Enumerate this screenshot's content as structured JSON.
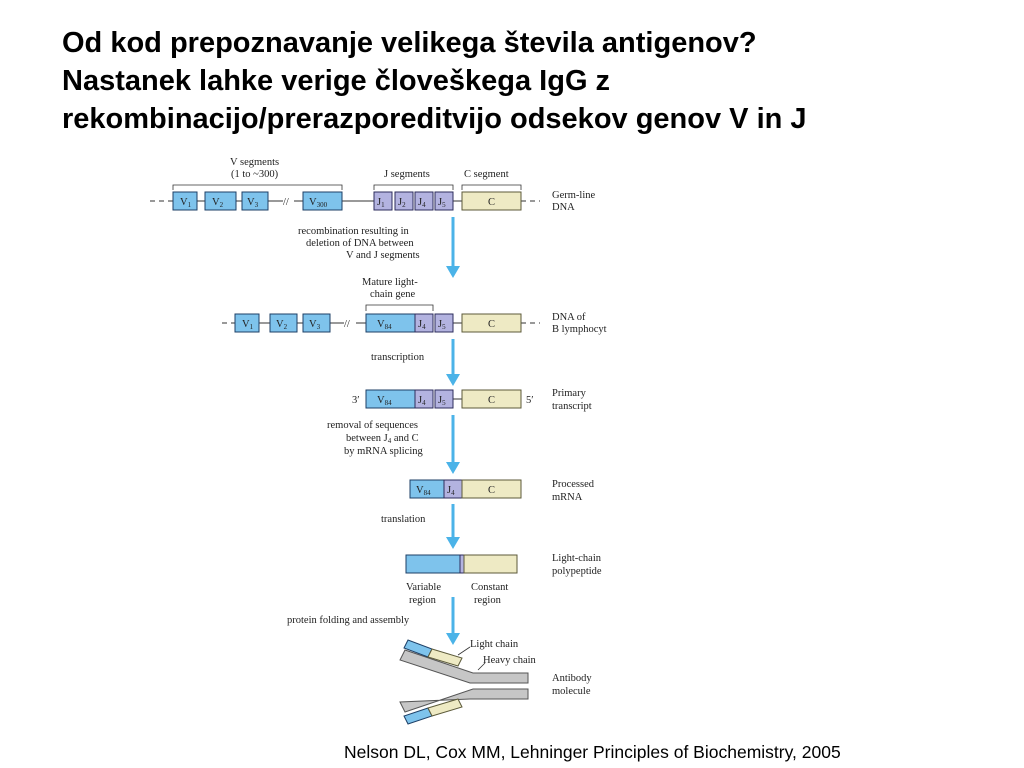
{
  "title": {
    "line1": "Od kod prepoznavanje velikega števila antigenov?",
    "line2": "Nastanek lahke verige človeškega IgG z",
    "line3": "rekombinacijo/prerazporeditvijo odsekov genov V in J"
  },
  "citation": "Nelson DL, Cox MM, Lehninger Principles of Biochemistry, 2005",
  "colors": {
    "v_segment": "#7ec3ec",
    "j_segment": "#b3b3e0",
    "c_segment": "#eeeac4",
    "arrow": "#4bb3e8",
    "heavy_chain": "#c6c6c6"
  },
  "diagram": {
    "groups": {
      "v_segments_l1": "V segments",
      "v_segments_l2": "(1 to ~300)",
      "j_segments": "J segments",
      "c_segment": "C segment",
      "mature_l1": "Mature light-",
      "mature_l2": "chain gene"
    },
    "segments": {
      "v1": "V",
      "v1_sub": "1",
      "v2": "V",
      "v2_sub": "2",
      "v3": "V",
      "v3_sub": "3",
      "v300": "V",
      "v300_sub": "300",
      "v84": "V",
      "v84_sub": "84",
      "j1": "J",
      "j1_sub": "1",
      "j2": "J",
      "j2_sub": "2",
      "j4": "J",
      "j4_sub": "4",
      "j5": "J",
      "j5_sub": "5",
      "c": "C"
    },
    "states": {
      "germline_l1": "Germ-line",
      "germline_l2": "DNA",
      "bcell_l1": "DNA of",
      "bcell_l2": "B lymphocyt",
      "primary_l1": "Primary",
      "primary_l2": "transcript",
      "processed_l1": "Processed",
      "processed_l2": "mRNA",
      "polypeptide_l1": "Light-chain",
      "polypeptide_l2": "polypeptide",
      "antibody_l1": "Antibody",
      "antibody_l2": "molecule"
    },
    "steps": {
      "recomb_l1": "recombination resulting in",
      "recomb_l2": "deletion of DNA between",
      "recomb_l3": "V and J segments",
      "transcription": "transcription",
      "removal_l1": "removal of sequences",
      "removal_l2a": "between J",
      "removal_l2_sub": "4",
      "removal_l2b": " and C",
      "removal_l3": "by mRNA splicing",
      "translation": "translation",
      "folding": "protein folding and assembly"
    },
    "ends": {
      "three_prime": "3′",
      "five_prime": "5′"
    },
    "regions": {
      "variable_l1": "Variable",
      "variable_l2": "region",
      "constant_l1": "Constant",
      "constant_l2": "region",
      "light_chain": "Light chain",
      "heavy_chain": "Heavy chain"
    }
  }
}
